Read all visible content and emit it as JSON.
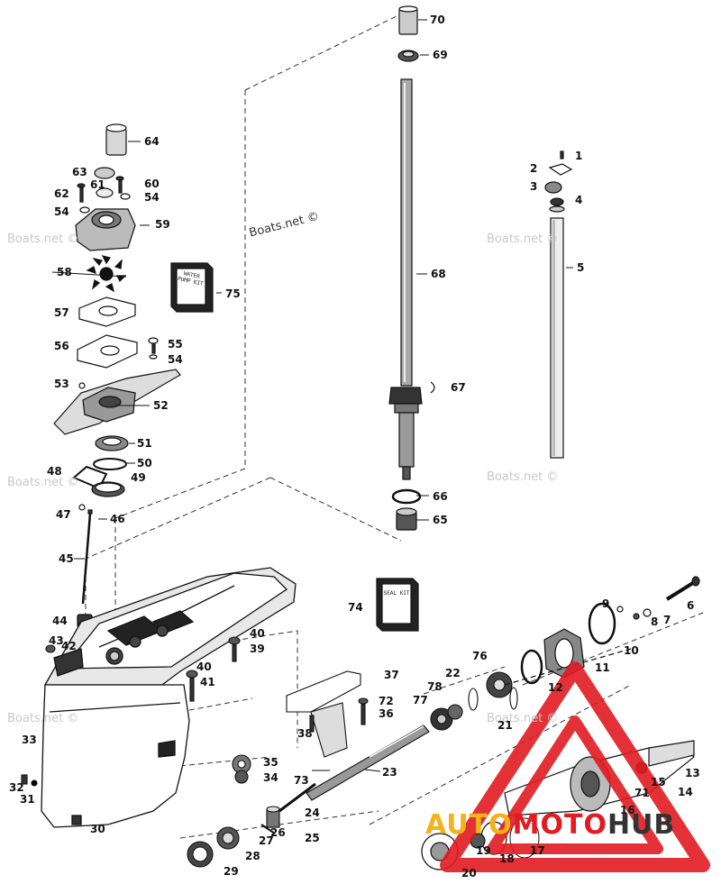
{
  "watermark": "Boats.net ©",
  "logo": {
    "text_a": "AUTO",
    "text_b": "MOTO",
    "text_c": "HUB",
    "color_a": "#f2b21c",
    "color_b": "#e11b22",
    "color_c": "#333333"
  },
  "kits": {
    "water_pump_kit": "WATER PUMP KIT",
    "seal_kit": "SEAL KIT"
  },
  "callouts": {
    "c1": "1",
    "c2": "2",
    "c3": "3",
    "c4": "4",
    "c5": "5",
    "c6": "6",
    "c7": "7",
    "c8": "8",
    "c9": "9",
    "c10": "10",
    "c11": "11",
    "c12": "12",
    "c13": "13",
    "c14": "14",
    "c15": "15",
    "c16": "16",
    "c17": "17",
    "c18": "18",
    "c19": "19",
    "c20": "20",
    "c21": "21",
    "c22": "22",
    "c23": "23",
    "c24": "24",
    "c25": "25",
    "c26": "26",
    "c27": "27",
    "c28": "28",
    "c29": "29",
    "c30": "30",
    "c31": "31",
    "c32": "32",
    "c33": "33",
    "c34": "34",
    "c35": "35",
    "c36": "36",
    "c37": "37",
    "c38": "38",
    "c39": "39",
    "c40": "40",
    "c40b": "40",
    "c41": "41",
    "c42": "42",
    "c43": "43",
    "c44": "44",
    "c45": "45",
    "c46": "46",
    "c47": "47",
    "c48": "48",
    "c49": "49",
    "c50": "50",
    "c51": "51",
    "c52": "52",
    "c53": "53",
    "c54a": "54",
    "c54b": "54",
    "c54c": "54",
    "c55": "55",
    "c56": "56",
    "c57": "57",
    "c58": "58",
    "c59": "59",
    "c60": "60",
    "c61": "61",
    "c62": "62",
    "c63": "63",
    "c64": "64",
    "c65": "65",
    "c66": "66",
    "c67": "67",
    "c68": "68",
    "c69": "69",
    "c70": "70",
    "c71": "71",
    "c72": "72",
    "c73": "73",
    "c74": "74",
    "c75": "75",
    "c76": "76",
    "c77": "77",
    "c78": "78"
  }
}
